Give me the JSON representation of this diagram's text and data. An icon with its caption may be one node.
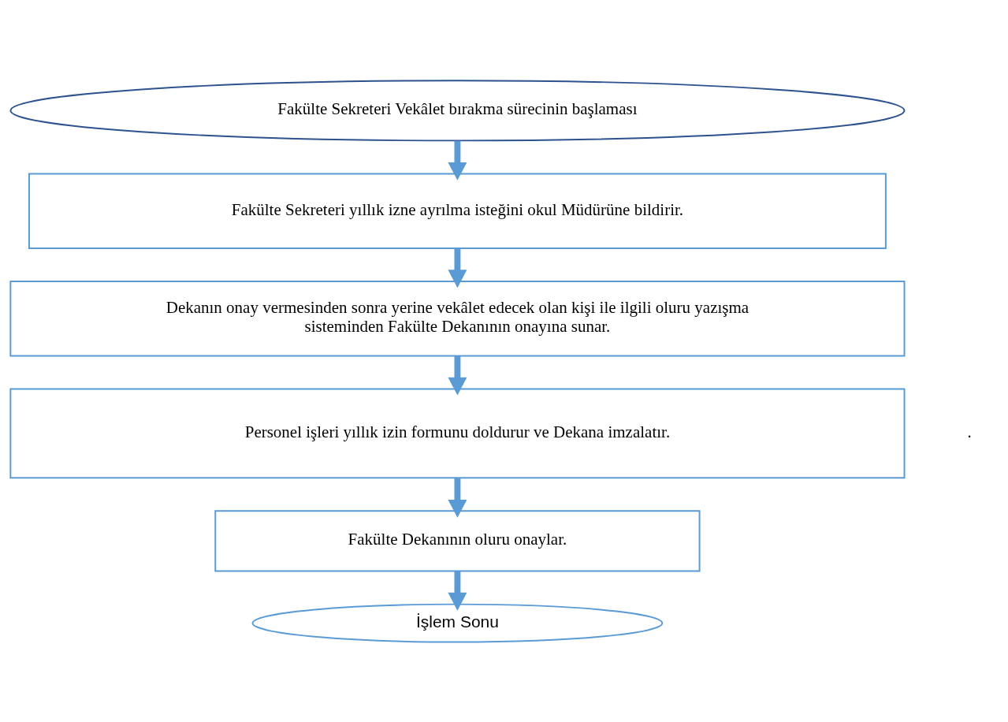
{
  "diagram": {
    "nodes": [
      {
        "text": [
          "Fakülte Sekreteri Vekâlet bırakma sürecinin başlaması"
        ]
      },
      {
        "text": [
          "Fakülte Sekreteri yıllık izne ayrılma isteğini okul Müdürüne bildirir."
        ]
      },
      {
        "text": [
          "Dekanın onay vermesinden sonra yerine vekâlet edecek olan kişi ile ilgili oluru yazışma sisteminden Fakülte Dekanının onayına sunar."
        ]
      },
      {
        "text": [
          "Personel işleri yıllık izin formunu doldurur ve Dekana imzalatır."
        ]
      },
      {
        "text": [
          "Fakülte Dekanının oluru onaylar."
        ]
      },
      {
        "text": [
          "İşlem Sonu"
        ]
      }
    ],
    "edges": [
      {
        "from": 0,
        "to": 1,
        "arrow": "to"
      },
      {
        "from": 1,
        "to": 2,
        "arrow": "to"
      },
      {
        "from": 2,
        "to": 3,
        "arrow": "to"
      },
      {
        "from": 3,
        "to": 4,
        "arrow": "to"
      },
      {
        "from": 4,
        "to": 5,
        "arrow": "to"
      }
    ],
    "labels": [
      "."
    ]
  }
}
